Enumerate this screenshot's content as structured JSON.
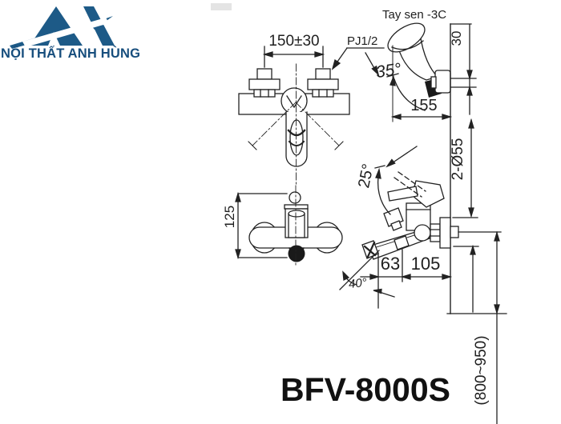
{
  "brand": {
    "name": "NỘI THẤT ANH HÙNG",
    "color": "#1d5a87"
  },
  "drawing": {
    "line_color": "#222222",
    "model": "BFV-8000S",
    "labels": {
      "hand_shower": "Tay sen -3C",
      "thread_size": "PJ1/2"
    },
    "dimensions": {
      "hole_pitch": "150±30",
      "shower_tilt_angle": "35°",
      "holder_reach": "155",
      "holder_offset": "30",
      "flange_note": "2-Ø55",
      "handle_angle": "25°",
      "body_height": "125",
      "spout_tip_offset": "63",
      "spout_reach": "105",
      "spout_angle": "40°",
      "install_height": "(800~950)"
    }
  }
}
